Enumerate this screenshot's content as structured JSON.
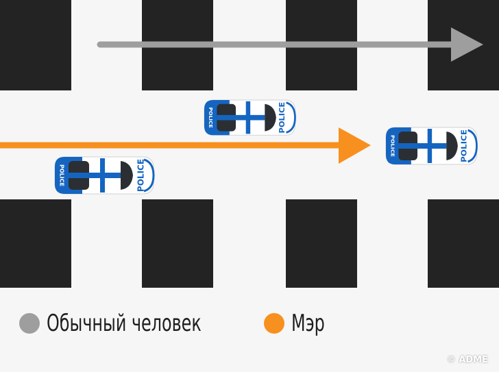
{
  "diagram": {
    "car_label": "POLICE",
    "colors": {
      "ordinary": "#9e9e9e",
      "mayor": "#f7901e",
      "block": "#232323",
      "police_blue": "#1565c0"
    }
  },
  "legend": [
    {
      "label": "Обычный человек",
      "color": "#9e9e9e"
    },
    {
      "label": "Мэр",
      "color": "#f7901e"
    }
  ],
  "watermark": "© ADME"
}
